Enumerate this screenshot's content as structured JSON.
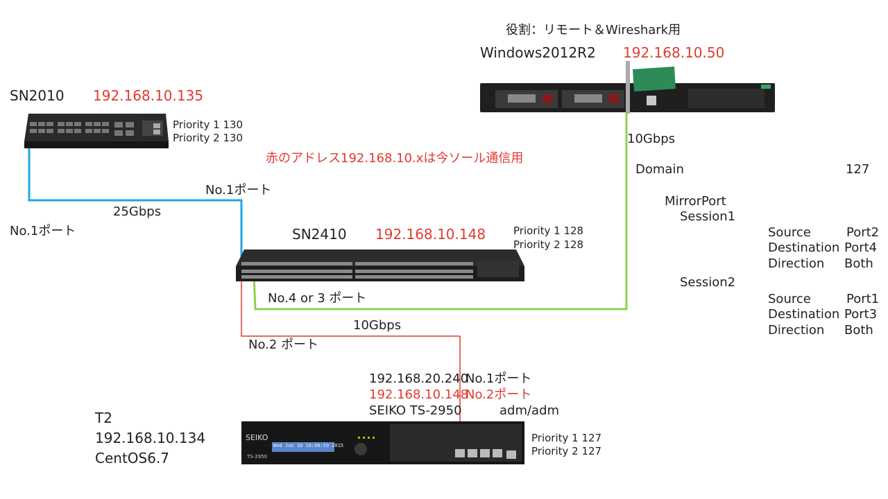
{
  "colors": {
    "address_red": "#e03a2f",
    "link_blue": "#1ea7e1",
    "link_green": "#92d050",
    "link_red": "#e03a2f",
    "link_gray": "#b0b0b0"
  },
  "wireshark": {
    "role": "役割：リモート＆Wireshark用",
    "name": "Windows2012R2",
    "ip": "192.168.10.50",
    "link_speed": "10Gbps"
  },
  "sn2010": {
    "name": "SN2010",
    "ip": "192.168.10.135",
    "priority1": "Priority 1 130",
    "priority2": "Priority 2 130",
    "port": "No.1ポート"
  },
  "note": "赤のアドレス192.168.10.xは今ソール通信用",
  "link_blue": {
    "port": "No.1ポート",
    "speed": "25Gbps"
  },
  "sn2410": {
    "name": "SN2410",
    "ip": "192.168.10.148",
    "priority1": "Priority 1 128",
    "priority2": "Priority 2 128",
    "port_green": "No.4 or 3 ポート",
    "speed_red": "10Gbps",
    "port_red": "No.2 ポート"
  },
  "mirror": {
    "domain_label": "Domain",
    "domain_value": "127",
    "mirror_port": "MirrorPort",
    "session1": {
      "label": "Session1",
      "rows": [
        {
          "k": "Source",
          "v": "Port2"
        },
        {
          "k": "Destination",
          "v": "Port4"
        },
        {
          "k": "Direction",
          "v": "Both"
        }
      ]
    },
    "session2": {
      "label": "Session2",
      "rows": [
        {
          "k": "Source",
          "v": "Port1"
        },
        {
          "k": "Destination",
          "v": "Port3"
        },
        {
          "k": "Direction",
          "v": "Both"
        }
      ]
    }
  },
  "t2": {
    "ip1": "192.168.20.240",
    "port1": "No.1ポート",
    "ip2": "192.168.10.148",
    "port2": "No.2ポート",
    "model": "SEIKO TS-2950",
    "creds": "adm/adm",
    "name": "T2",
    "host_ip": "192.168.10.134",
    "os": "CentOS6.7",
    "priority1": "Priority 1 127",
    "priority2": "Priority 2 127",
    "brand": "SEIKO",
    "lcd": "Wed Jun 10 10:08:59 2015",
    "model_badge": "TS-2950"
  }
}
